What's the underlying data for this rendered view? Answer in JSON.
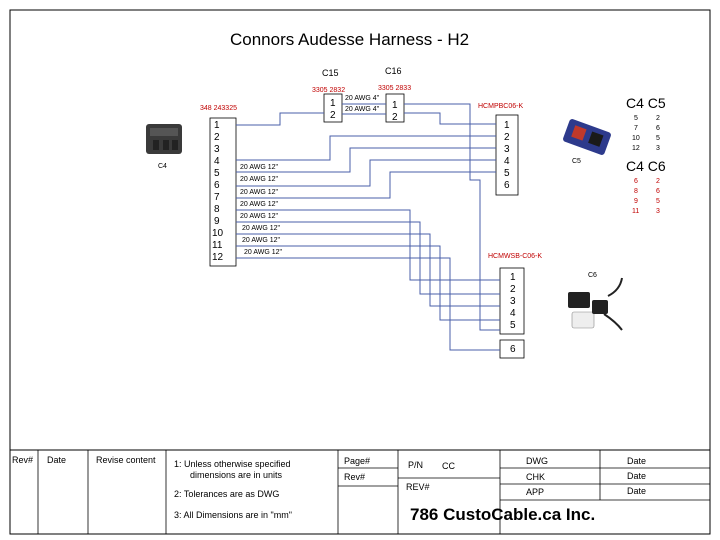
{
  "title": "Connors Audesse Harness  -  H2",
  "connectors": {
    "c15_label": "C15",
    "c16_label": "C16",
    "c15_part": "3305 2832",
    "c16_part": "3305 2833",
    "c4_part": "348 243325",
    "c4_img_label": "C4",
    "c5_img_label": "C5",
    "c6_img_label": "C6",
    "c5_part": "HCMPBC06-K",
    "c6_part": "HCMWSB-C06-K"
  },
  "pins": {
    "c4": [
      "1",
      "2",
      "3",
      "4",
      "5",
      "6",
      "7",
      "8",
      "9",
      "10",
      "11",
      "12"
    ],
    "c5": [
      "1",
      "2",
      "3",
      "4",
      "5",
      "6"
    ],
    "c6": [
      "1",
      "2",
      "3",
      "4",
      "5"
    ],
    "c6_extra": "6",
    "c15": [
      "1",
      "2"
    ],
    "c16": [
      "1",
      "2"
    ]
  },
  "wires": {
    "short": [
      "20 AWG  4\"",
      "20 AWG  4\""
    ],
    "long": [
      "20 AWG  12\"",
      "20 AWG  12\"",
      "20 AWG  12\"",
      "20 AWG  12\"",
      "20 AWG  12\"",
      "20 AWG  12\"",
      "20 AWG  12\"",
      "20 AWG  12\""
    ]
  },
  "pin_table_c4_c5": {
    "header": "C4  C5",
    "rows": [
      [
        "5",
        "2"
      ],
      [
        "7",
        "6"
      ],
      [
        "10",
        "5"
      ],
      [
        "12",
        "3"
      ]
    ]
  },
  "pin_table_c4_c6": {
    "header": "C4  C6",
    "rows": [
      [
        "6",
        "2"
      ],
      [
        "8",
        "6"
      ],
      [
        "9",
        "5"
      ],
      [
        "11",
        "3"
      ]
    ]
  },
  "title_block": {
    "rev": "Rev#",
    "date": "Date",
    "revise_content": "Revise content",
    "note1": "1:  Unless otherwise specified",
    "note1b": "dimensions are in units",
    "note2": "2:  Tolerances are as DWG",
    "note3": "3:  All Dimensions are in \"mm\"",
    "page": "Page#",
    "rev2": "Rev#",
    "pn": "P/N",
    "pn_value": "CC",
    "rev3": "REV#",
    "dwg": "DWG",
    "chk": "CHK",
    "app": "APP",
    "date1": "Date",
    "date2": "Date",
    "date3": "Date",
    "company": "786 CustoCable.ca Inc."
  },
  "colors": {
    "wire": "#4a5fa8",
    "text_red": "#c00000",
    "title_block_line": "#000000"
  }
}
